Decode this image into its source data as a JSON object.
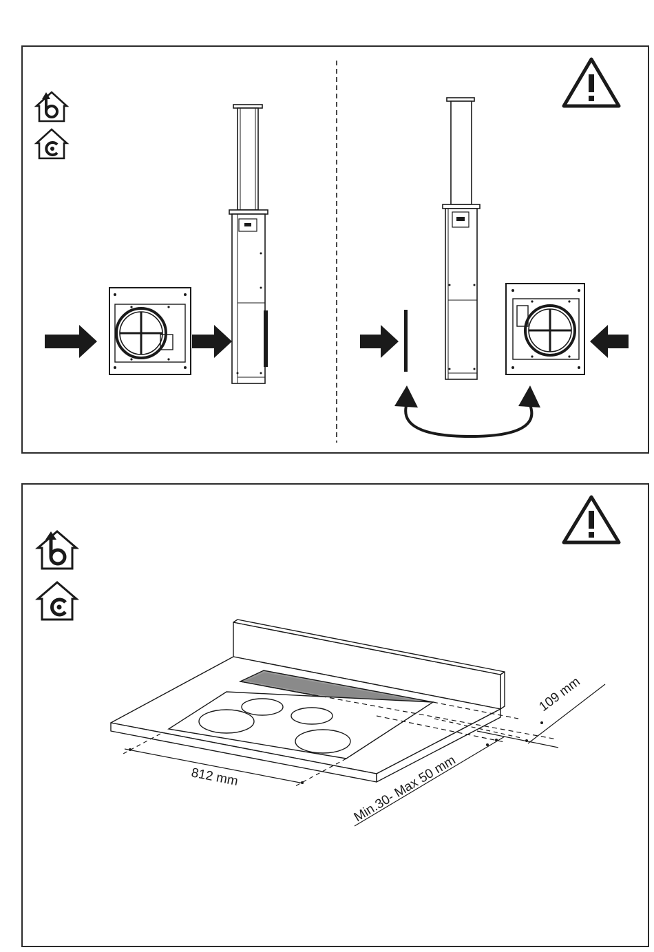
{
  "figure_top": {
    "icons": [
      "ducted-extraction-house-icon",
      "recirculation-house-icon",
      "warning-triangle-icon"
    ]
  },
  "figure_bottom": {
    "icons": [
      "ducted-extraction-house-icon",
      "recirculation-house-icon",
      "warning-triangle-icon"
    ],
    "dimensions": {
      "width": "812 mm",
      "depth_offset": "109 mm",
      "gap": "Min.30- Max 50 mm"
    }
  }
}
